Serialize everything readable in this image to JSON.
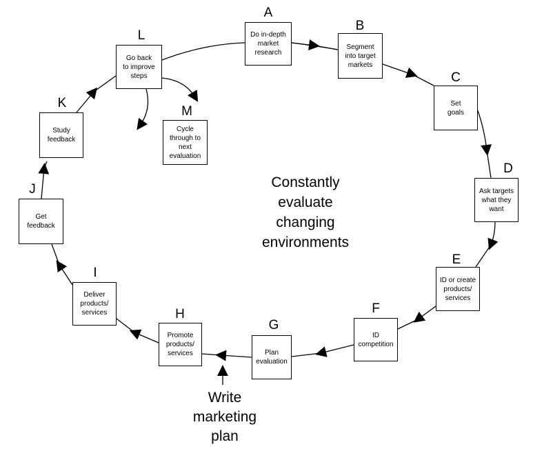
{
  "diagram": {
    "center_text": "Constantly\nevaluate\nchanging\nenvironments",
    "start_text": "Write\nmarketing\nplan",
    "steps": [
      {
        "letter": "A",
        "text": "Do in-depth\nmarket\nresearch"
      },
      {
        "letter": "B",
        "text": "Segment\ninto target\nmarkets"
      },
      {
        "letter": "C",
        "text": "Set\ngoals"
      },
      {
        "letter": "D",
        "text": "Ask targets\nwhat they\nwant"
      },
      {
        "letter": "E",
        "text": "ID or create\nproducts/\nservices"
      },
      {
        "letter": "F",
        "text": "ID\ncompetition"
      },
      {
        "letter": "G",
        "text": "Plan\nevaluation"
      },
      {
        "letter": "H",
        "text": "Promote\nproducts/\nservices"
      },
      {
        "letter": "I",
        "text": "Deliver\nproducts/\nservices"
      },
      {
        "letter": "J",
        "text": "Get\nfeedback"
      },
      {
        "letter": "K",
        "text": "Study\nfeedback"
      },
      {
        "letter": "L",
        "text": "Go back\nto improve\nsteps"
      },
      {
        "letter": "M",
        "text": "Cycle\nthrough to\nnext\nevaluation"
      }
    ]
  }
}
